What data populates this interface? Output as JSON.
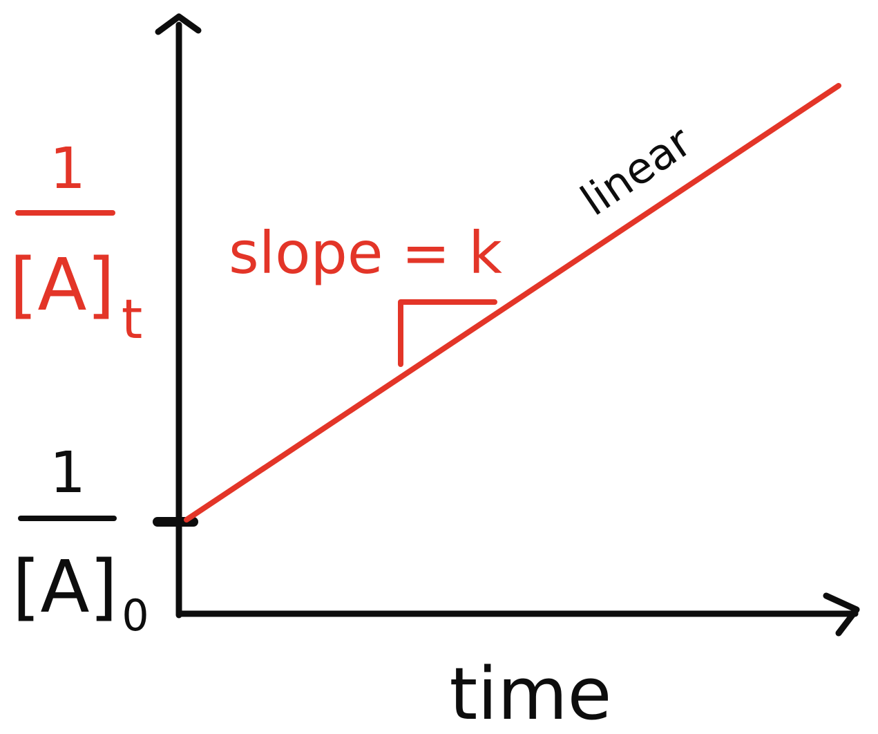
{
  "chart_data": {
    "type": "line",
    "title": "",
    "xlabel": "time",
    "ylabel": {
      "numerator": "1",
      "denominator": "[A]",
      "subscript": "t"
    },
    "intercept_label": {
      "numerator": "1",
      "denominator": "[A]",
      "subscript": "0"
    },
    "annotations": {
      "slope": "slope = k",
      "line_note": "linear"
    },
    "series": [
      {
        "values": [
          [
            0,
            0
          ],
          [
            1,
            0.7
          ]
        ]
      }
    ],
    "grid": false,
    "legend": "none",
    "axis_ticks": "none",
    "colors": {
      "line": "#e33528",
      "axes": "#0d0d0d",
      "ylabel": "#e33528",
      "slope_label": "#e33528",
      "intercept_label": "#0d0d0d",
      "line_note": "#0d0d0d"
    }
  }
}
